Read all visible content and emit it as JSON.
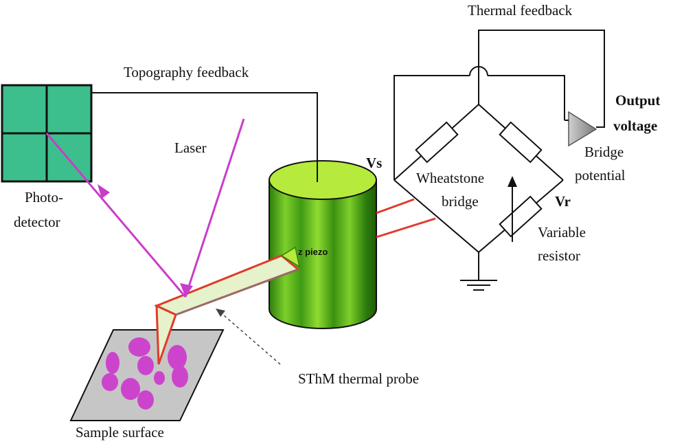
{
  "labels": {
    "thermal_feedback": "Thermal feedback",
    "topography_feedback": "Topography feedback",
    "output_voltage_line1": "Output",
    "output_voltage_line2": "voltage",
    "bridge_potential_line1": "Bridge",
    "bridge_potential_line2": "potential",
    "vs": "Vs",
    "vr": "Vr",
    "wheatstone_line1": "Wheatstone",
    "wheatstone_line2": "bridge",
    "variable_resistor_line1": "Variable",
    "variable_resistor_line2": "resistor",
    "laser": "Laser",
    "photodetector_line1": "Photo-",
    "photodetector_line2": "detector",
    "z_piezo": "z piezo",
    "sthm_probe": "SThM thermal probe",
    "sample_surface": "Sample surface"
  },
  "colors": {
    "detector_fill": "#3cbf8c",
    "laser": "#c93cc9",
    "piezo_green": "#5fbf1f",
    "piezo_dark": "#2e7d0e",
    "piezo_light": "#b6ea3c",
    "probe_outline": "#e03a2a",
    "probe_fill": "#e6f2cc",
    "sample_fill": "#c6c6c6",
    "sample_spots": "#cc44cc",
    "amplifier": "#9a9a9a"
  }
}
